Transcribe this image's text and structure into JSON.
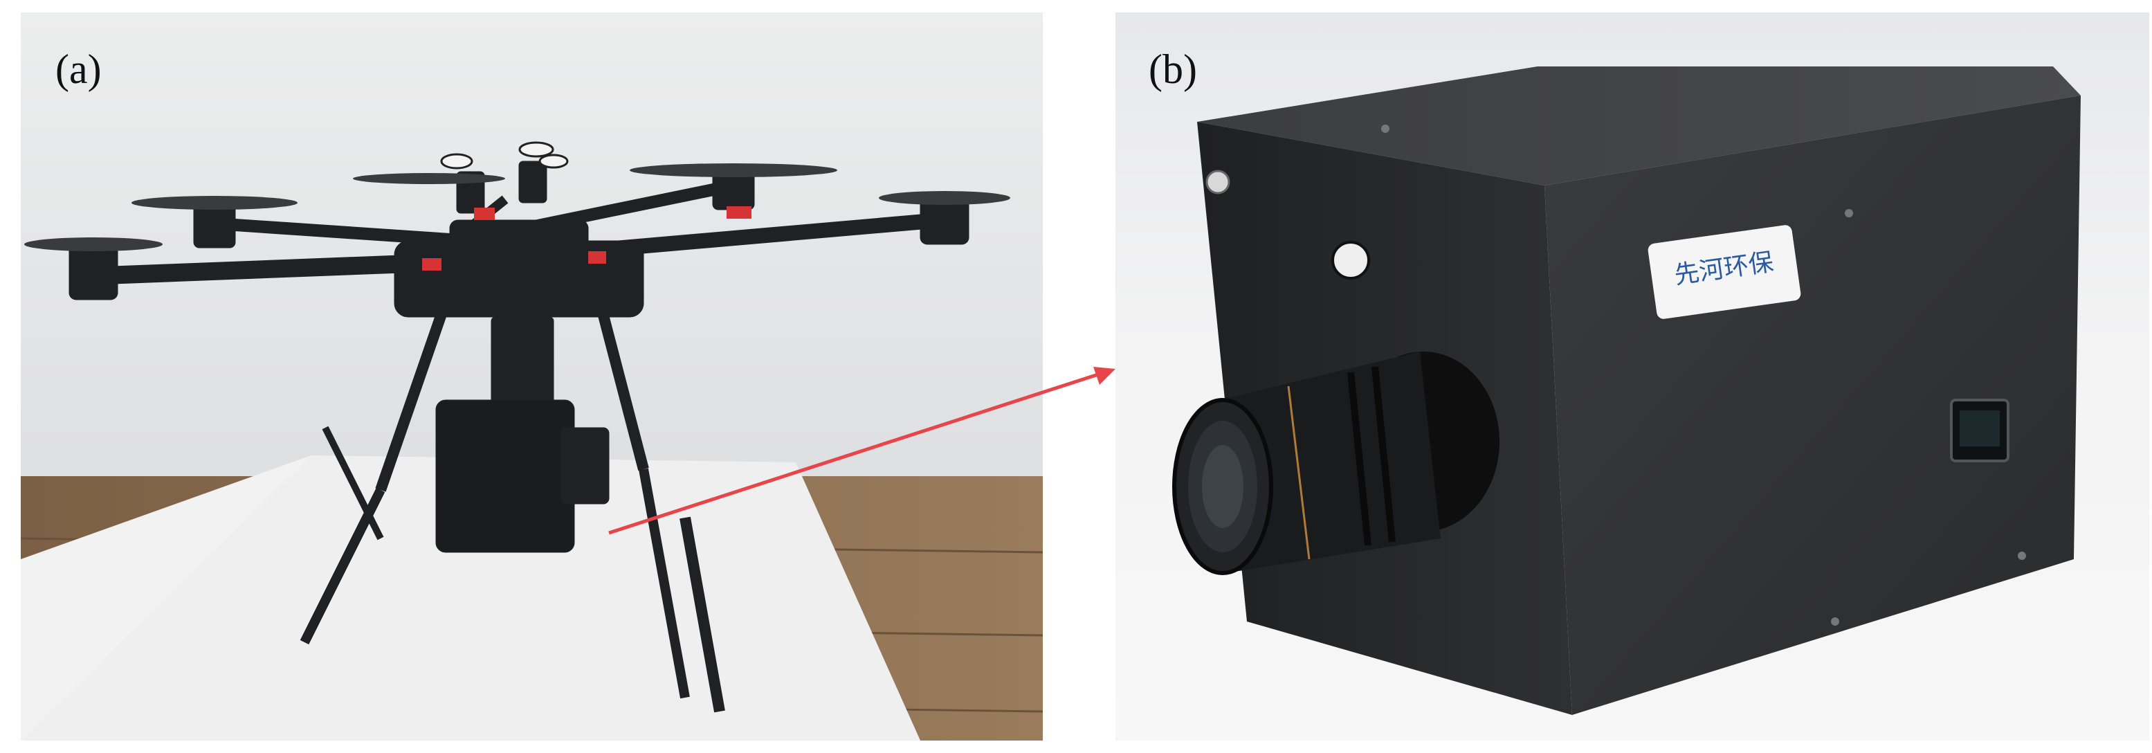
{
  "panels": [
    {
      "label": "(a)"
    },
    {
      "label": "(b)"
    }
  ],
  "logo_text": "先河环保",
  "colors": {
    "arrow": "#e8454a",
    "wall": "#e6e7e9",
    "floor": "#8a6f52",
    "table": "#f1f1f1",
    "device": "#2b2c2e"
  }
}
